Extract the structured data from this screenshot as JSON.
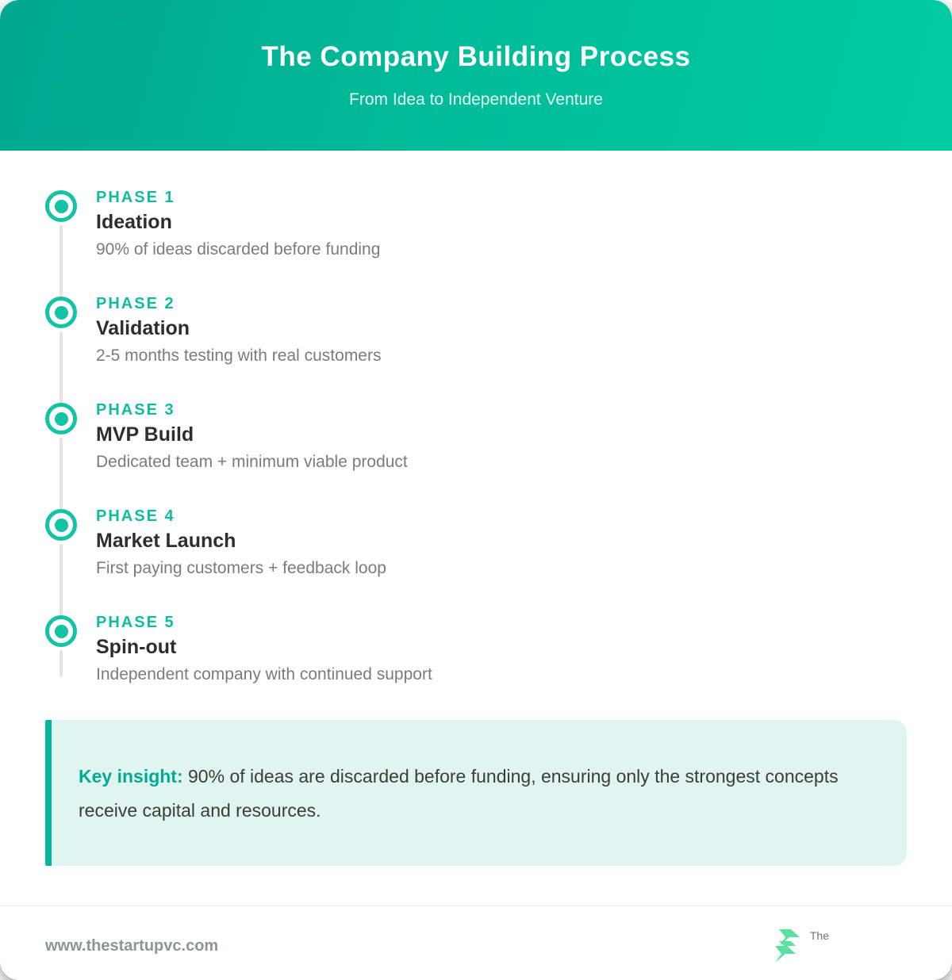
{
  "header": {
    "title": "The Company Building Process",
    "subtitle": "From Idea to Independent Venture"
  },
  "phases": [
    {
      "label": "PHASE 1",
      "title": "Ideation",
      "description": "90% of ideas discarded before funding"
    },
    {
      "label": "PHASE 2",
      "title": "Validation",
      "description": "2-5 months testing with real customers"
    },
    {
      "label": "PHASE 3",
      "title": "MVP Build",
      "description": "Dedicated team + minimum viable product"
    },
    {
      "label": "PHASE 4",
      "title": "Market Launch",
      "description": "First paying customers + feedback loop"
    },
    {
      "label": "PHASE 5",
      "title": "Spin-out",
      "description": "Independent company with continued support"
    }
  ],
  "insight": {
    "label": "Key insight:",
    "text": " 90% of ideas are discarded before funding, ensuring only the strongest concepts receive capital and resources."
  },
  "footer": {
    "url": "www.thestartupvc.com",
    "brand": "The"
  },
  "icons": {
    "phase_marker": "ringed-dot-icon",
    "logo": "angular-s-logo-icon"
  },
  "colors": {
    "header_gradient_start": "#01a78e",
    "header_gradient_end": "#00cba2",
    "accent_teal": "#12c3a4",
    "phase_label_teal": "#0fbca0",
    "insight_background": "#e1f5f0",
    "insight_border": "#00b89b",
    "insight_label": "#00ab93",
    "title_dark": "#2e2e2e",
    "description_gray": "#7b7b7b",
    "connector_gray": "#e4e4e6",
    "footer_url_gray": "#8a9793",
    "logo_green": "#5be0a0"
  }
}
